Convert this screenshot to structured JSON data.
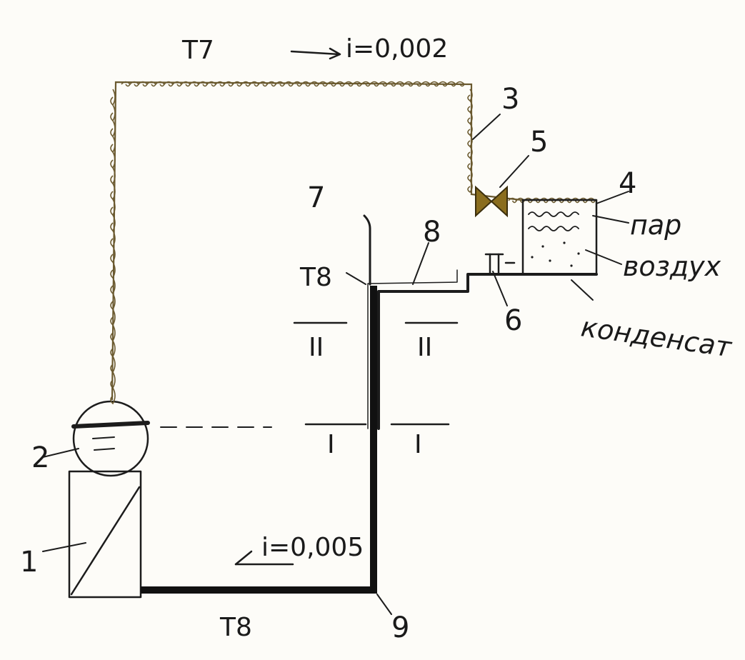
{
  "diagram": {
    "ink_color": "#1c1c1c",
    "steam_line_color": "#6b5a30",
    "valve_color": "#8a6d1e",
    "labels": {
      "boiler_id": "1",
      "drum_id": "2",
      "riser_id": "3",
      "receiver_id": "4",
      "valve_id": "5",
      "trap_id": "6",
      "vent_id": "7",
      "condensate_line_id": "8",
      "low_point_id": "9"
    },
    "pipe_labels": {
      "steam_line": "Т7",
      "steam_slope": "i=0,002",
      "condensate_top": "Т8",
      "condensate_bottom": "Т8",
      "condensate_slope": "i=0,005"
    },
    "media": {
      "steam": "пар",
      "air": "воздух",
      "condensate": "конденсат"
    },
    "levels": {
      "level_one_left": "I",
      "level_one_right": "I",
      "level_two_left": "II",
      "level_two_right": "II"
    }
  }
}
